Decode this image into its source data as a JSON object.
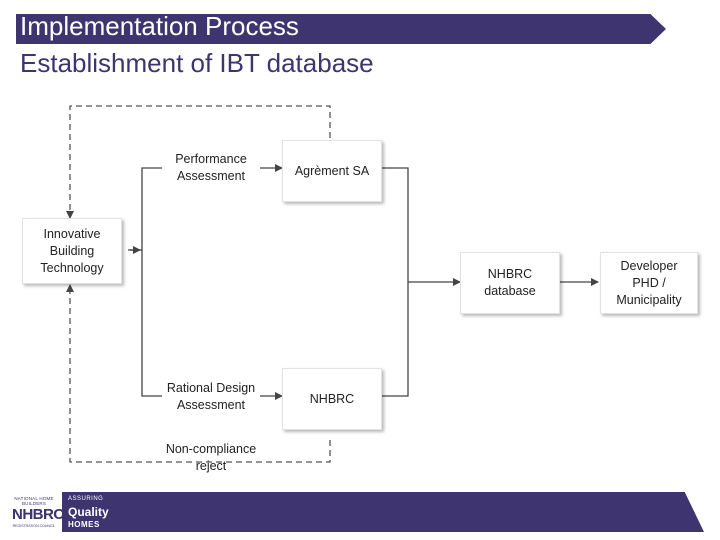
{
  "slide": {
    "title": "Implementation Process",
    "subtitle": "Establishment of IBT database"
  },
  "diagram": {
    "boxes": {
      "innovative": "Innovative\nBuilding\nTechnology",
      "agrement": "Agrèment SA",
      "nhbrc": "NHBRC",
      "database": "NHBRC\ndatabase",
      "developer": "Developer\nPHD /\nMunicipality"
    },
    "labels": {
      "performance": "Performance\nAssessment",
      "rational": "Rational Design\nAssessment",
      "noncompliance": "Non-compliance\nreject"
    }
  },
  "footer": {
    "logo_top": "NATIONAL HOME BUILDERS",
    "logo_main": "NHBRC",
    "logo_bottom": "REGISTRATION COUNCIL",
    "tagline_1": "ASSURING",
    "tagline_2": "Quality",
    "tagline_3": "HOMES"
  },
  "colors": {
    "brand": "#3d3470",
    "line": "#444444",
    "dashed": "#555555"
  }
}
